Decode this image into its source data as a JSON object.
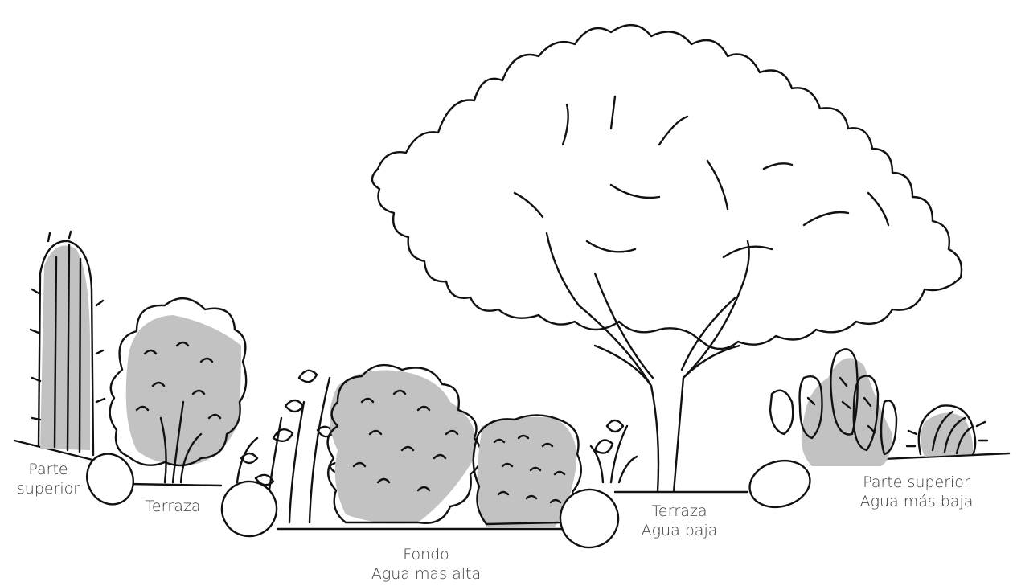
{
  "labels": {
    "top_left": [
      "Parte",
      "superior"
    ],
    "terrace_left": [
      "Terraza"
    ],
    "bottom": [
      "Fondo",
      "Agua mas alta"
    ],
    "terrace_right": [
      "Terraza",
      "Agua baja"
    ],
    "top_right": [
      "Parte superior",
      "Agua más baja"
    ]
  },
  "colors": {
    "ink": "#111111",
    "shade": "#c2c2c2",
    "label": "#3a3a3a"
  }
}
